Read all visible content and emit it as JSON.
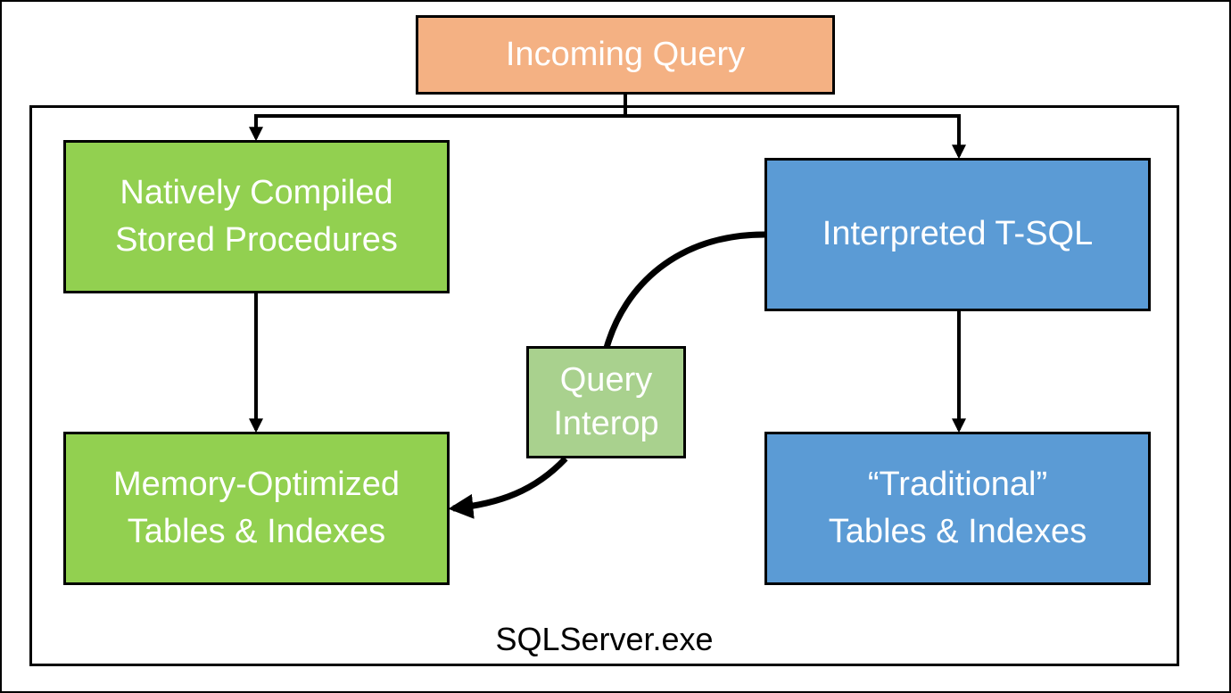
{
  "nodes": {
    "incoming": "Incoming Query",
    "native": "Natively Compiled\nStored Procedures",
    "memopt": "Memory-Optimized\nTables & Indexes",
    "interp": "Interpreted T-SQL",
    "trad": "“Traditional”\nTables & Indexes",
    "interop": "Query\nInterop"
  },
  "container_label": "SQLServer.exe",
  "colors": {
    "incoming": "#f4b183",
    "native_stack": "#92d050",
    "interop": "#a9d18e",
    "interpreted_stack": "#5b9bd5"
  }
}
